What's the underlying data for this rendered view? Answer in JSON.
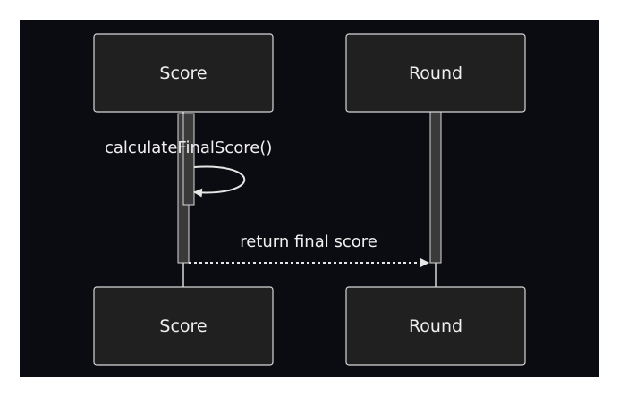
{
  "diagram": {
    "type": "sequence",
    "participants": [
      {
        "id": "score",
        "label": "Score"
      },
      {
        "id": "round",
        "label": "Round"
      }
    ],
    "messages": [
      {
        "from": "score",
        "to": "score",
        "label": "calculateFinalScore()",
        "style": "solid",
        "kind": "self-call"
      },
      {
        "from": "score",
        "to": "round",
        "label": "return final score",
        "style": "dashed",
        "kind": "return"
      }
    ]
  },
  "colors": {
    "background": "#0b0b12",
    "participant_fill": "#202020",
    "participant_stroke": "#d8d8d8",
    "text": "#f0f0f0",
    "lifeline": "#d8d8d8",
    "activation_fill": "#3a3a3a",
    "activation_stroke": "#d8d8d8",
    "arrow": "#e6e6e6"
  }
}
